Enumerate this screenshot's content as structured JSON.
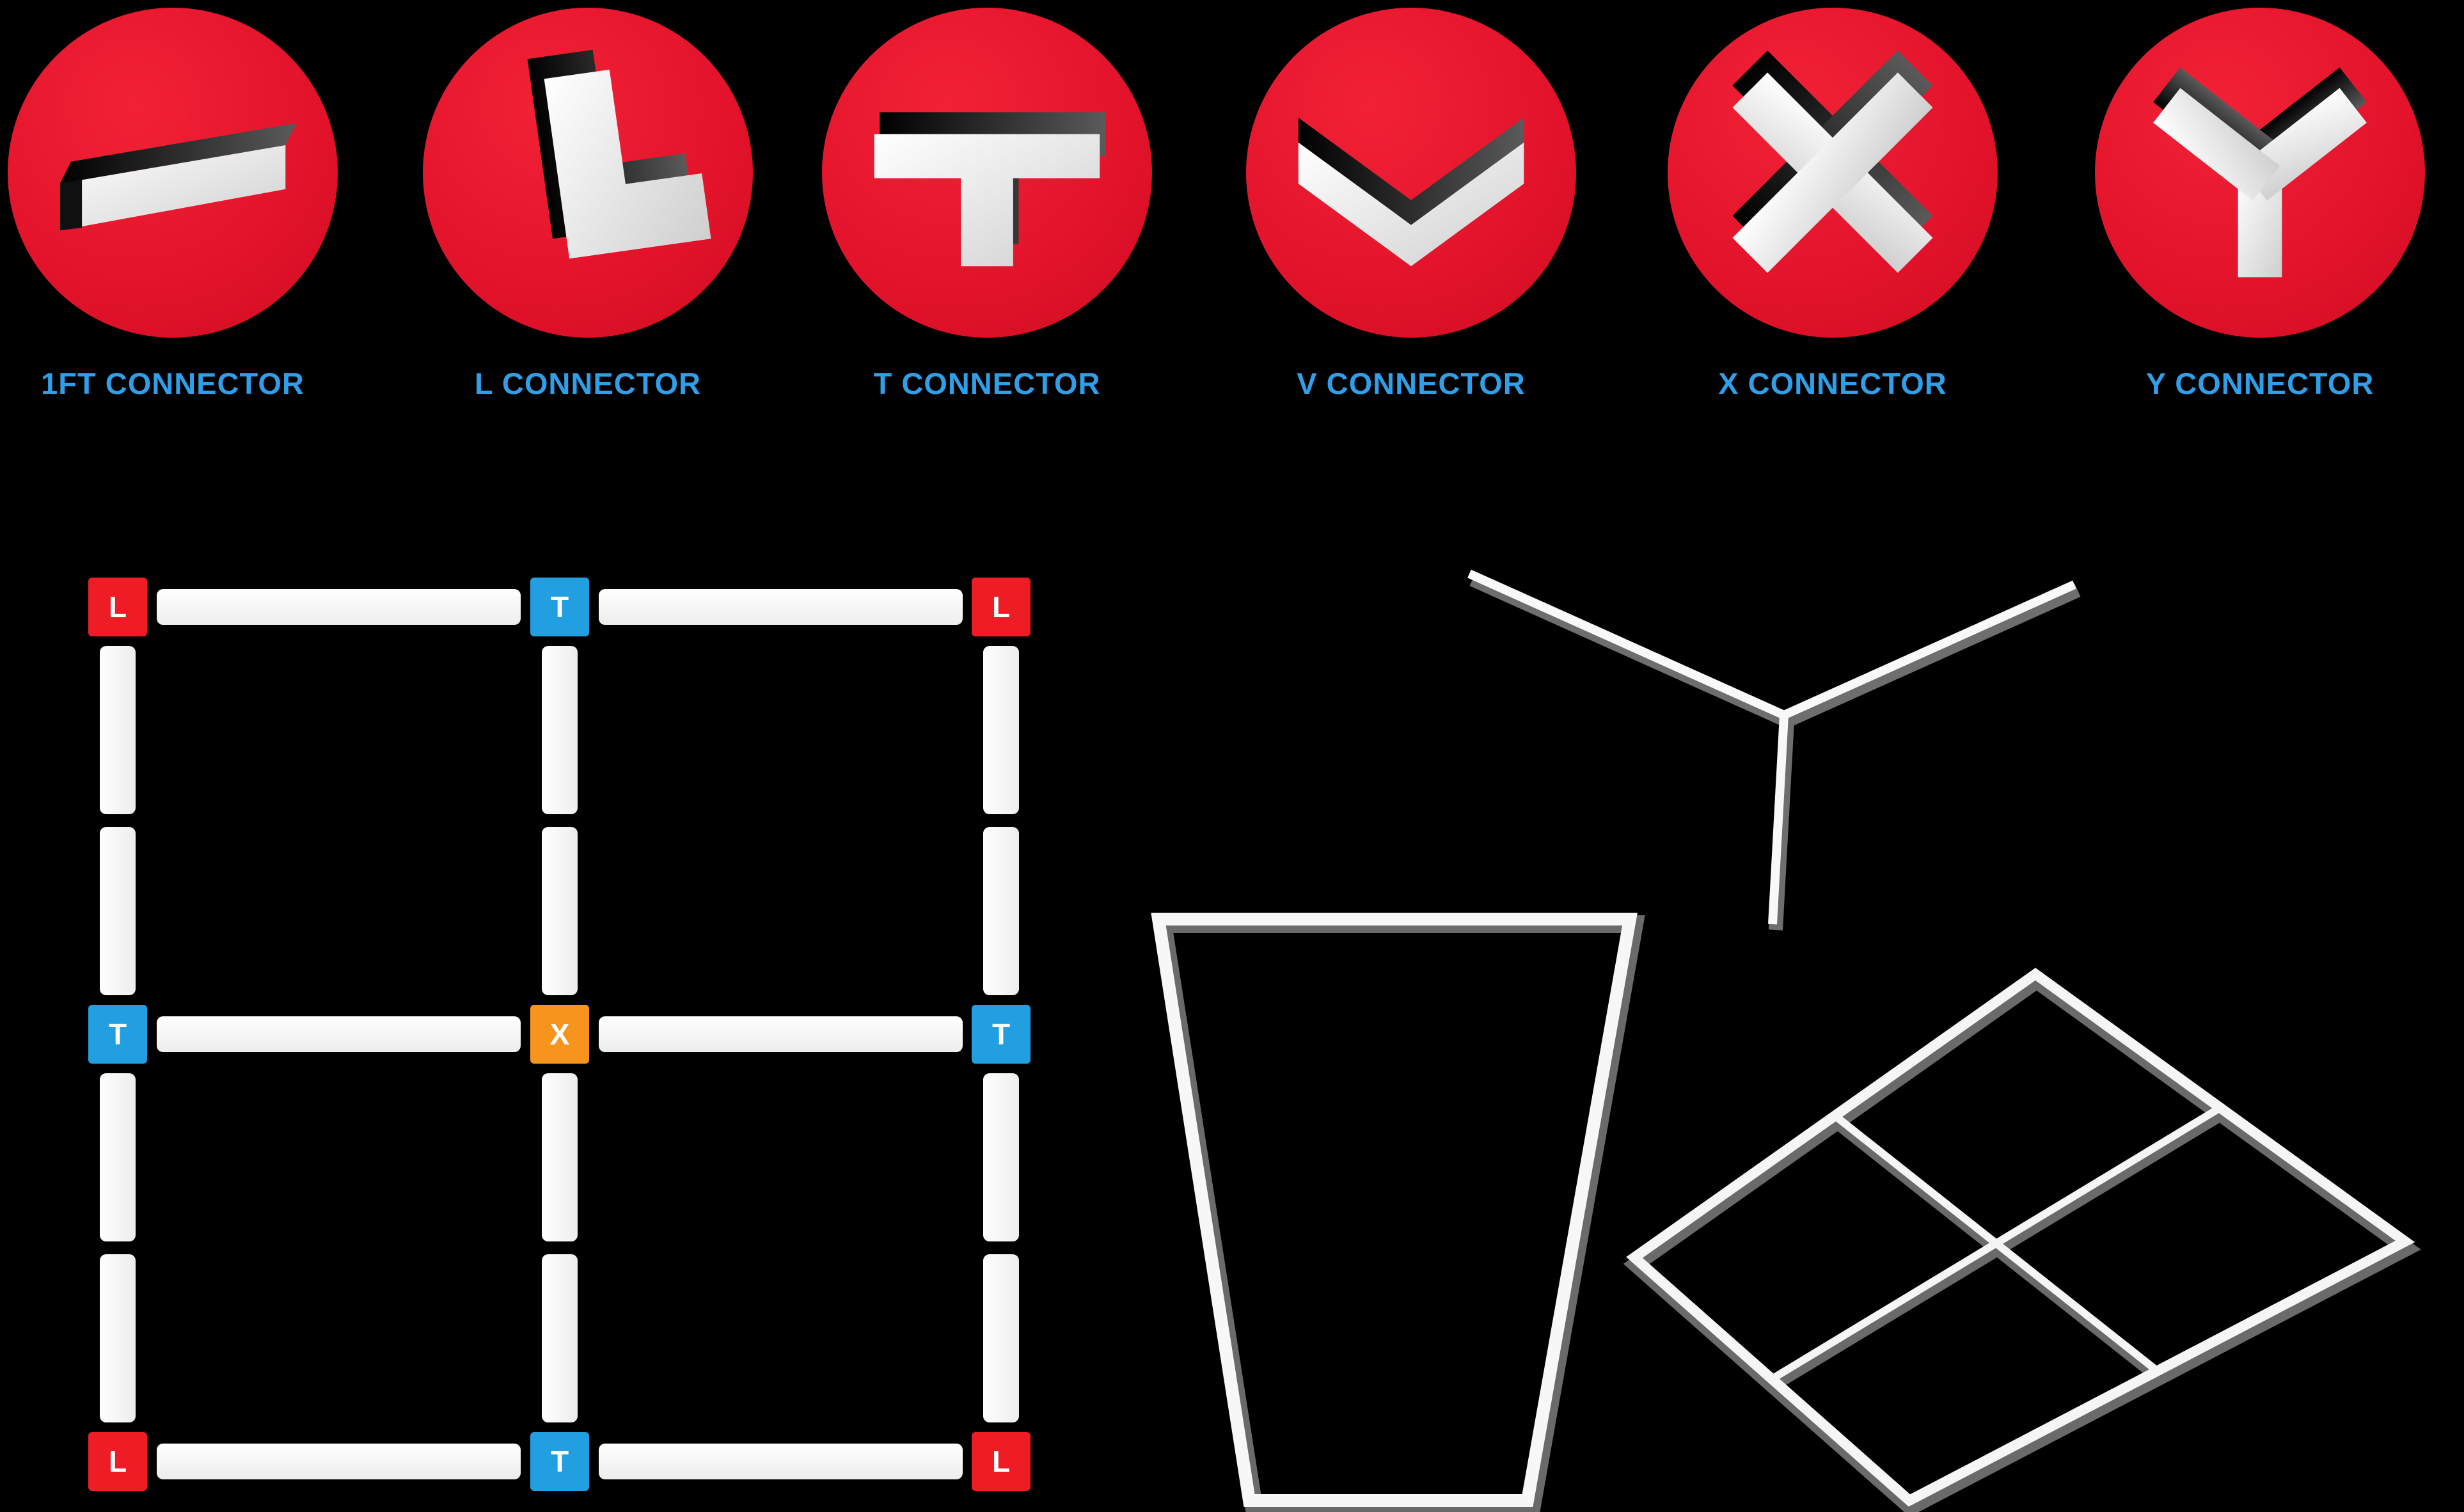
{
  "colors": {
    "background": "#000000",
    "circle_red": "#e1122a",
    "label_blue": "#2e9fe8",
    "node_red": "#ee1c25",
    "node_blue": "#219fe0",
    "node_orange": "#f7941e",
    "track_white": "#ffffff"
  },
  "connector_legend": {
    "items": [
      {
        "label": "1FT CONNECTOR",
        "icon": "straight-connector-icon"
      },
      {
        "label": "L CONNECTOR",
        "icon": "l-connector-icon"
      },
      {
        "label": "T CONNECTOR",
        "icon": "t-connector-icon"
      },
      {
        "label": "V CONNECTOR",
        "icon": "v-connector-icon"
      },
      {
        "label": "X CONNECTOR",
        "icon": "x-connector-icon"
      },
      {
        "label": "Y CONNECTOR",
        "icon": "y-connector-icon"
      }
    ]
  },
  "grid_diagram": {
    "nodes": [
      {
        "label": "L",
        "type": "L"
      },
      {
        "label": "T",
        "type": "T"
      },
      {
        "label": "L",
        "type": "L"
      },
      {
        "label": "T",
        "type": "T"
      },
      {
        "label": "X",
        "type": "X"
      },
      {
        "label": "T",
        "type": "T"
      },
      {
        "label": "L",
        "type": "L"
      },
      {
        "label": "T",
        "type": "T"
      },
      {
        "label": "L",
        "type": "L"
      }
    ]
  },
  "assembly_renders": [
    {
      "name": "y-shape-assembly"
    },
    {
      "name": "tapered-frame-assembly"
    },
    {
      "name": "diamond-grid-assembly"
    }
  ]
}
